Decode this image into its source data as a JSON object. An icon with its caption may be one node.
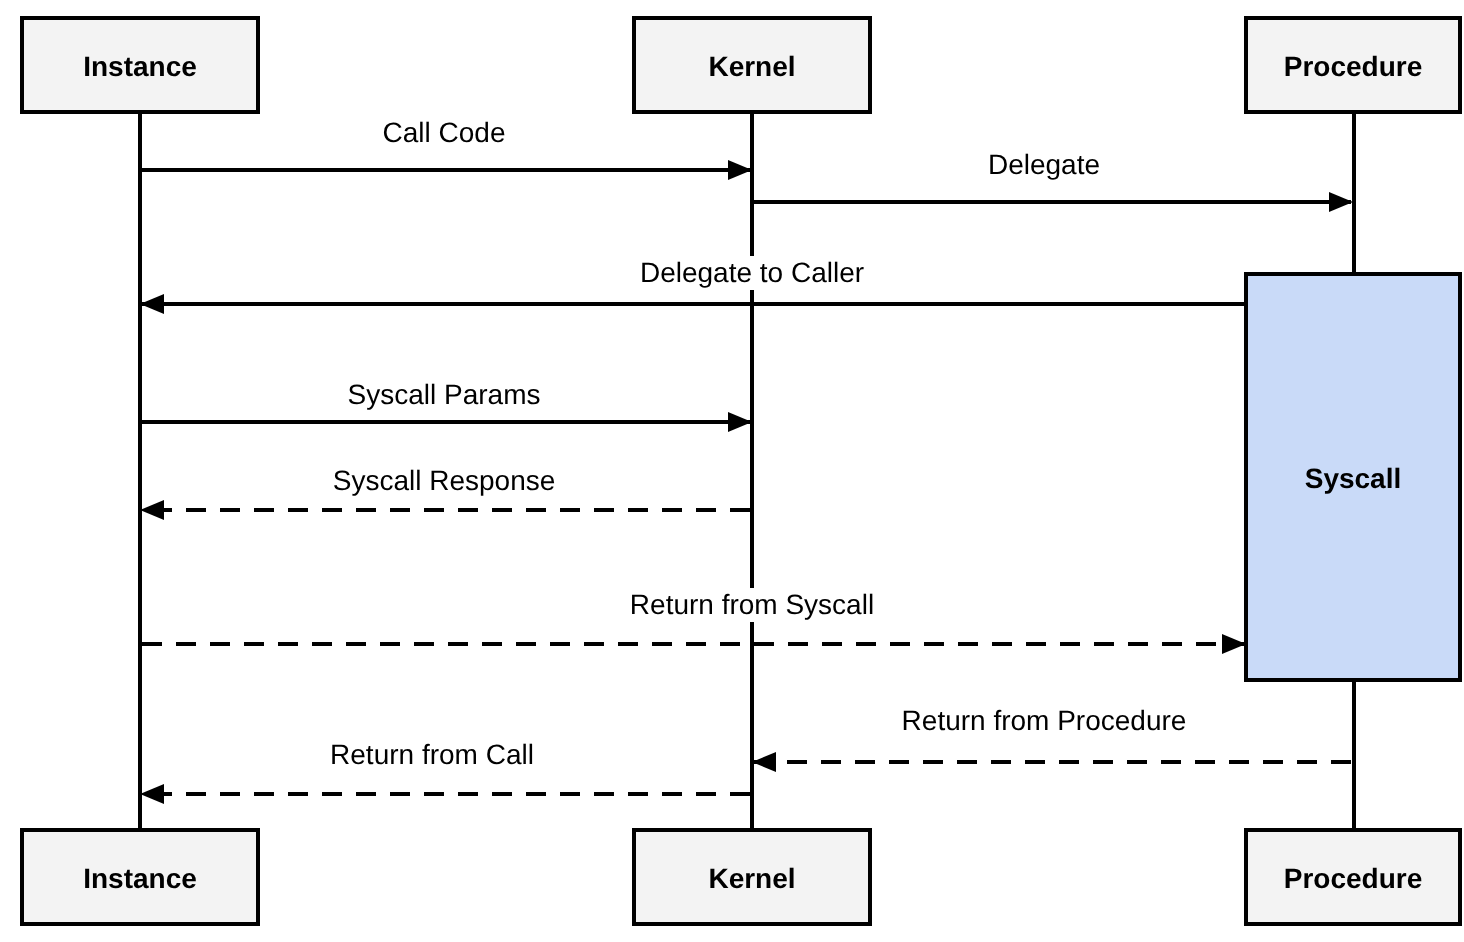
{
  "diagram": {
    "nodes": [
      {
        "text": [
          "Instance"
        ]
      },
      {
        "text": [
          "Kernel"
        ]
      },
      {
        "text": [
          "Procedure"
        ]
      },
      {
        "text": [],
        "shape": "bar"
      },
      {
        "text": [],
        "shape": "bar"
      },
      {
        "text": [],
        "shape": "bar"
      },
      {
        "text": [
          "Syscall"
        ]
      },
      {
        "text": [],
        "shape": "bar"
      },
      {
        "text": [
          "Instance"
        ]
      },
      {
        "text": [
          "Kernel"
        ]
      },
      {
        "text": [
          "Procedure"
        ]
      }
    ],
    "edges": [
      {
        "from": 3,
        "to": 4,
        "arrow": "to",
        "label": "Call Code"
      },
      {
        "from": 4,
        "to": 5,
        "arrow": "to",
        "label": "Delegate"
      },
      {
        "from": 6,
        "to": 3,
        "arrow": "to",
        "label": "Delegate to Caller"
      },
      {
        "from": 3,
        "to": 4,
        "arrow": "to",
        "label": "Syscall Params"
      },
      {
        "from": 4,
        "to": 3,
        "arrow": "to",
        "label": "Syscall Response",
        "style": "dashed"
      },
      {
        "from": 3,
        "to": 6,
        "arrow": "to",
        "label": "Return from Syscall",
        "style": "dashed"
      },
      {
        "from": 7,
        "to": 4,
        "arrow": "to",
        "label": "Return from Procedure",
        "style": "dashed"
      },
      {
        "from": 4,
        "to": 3,
        "arrow": "to",
        "label": "Return from Call",
        "style": "dashed"
      }
    ]
  }
}
